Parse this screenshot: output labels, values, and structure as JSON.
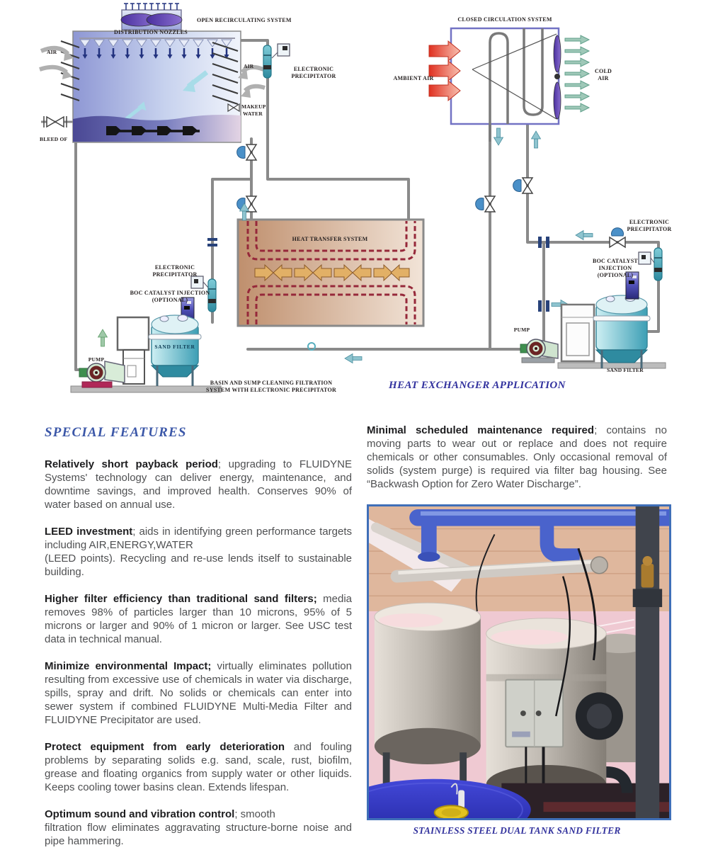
{
  "diagram": {
    "labels": {
      "open_system": "OPEN RECIRCULATING SYSTEM",
      "distribution_nozzles": "DISTRIBUTION NOZZLES",
      "air_left": "AIR",
      "air_right": "AIR",
      "electronic_precipitator_top": [
        "ELECTRONIC",
        "PRECIPITATOR"
      ],
      "makeup_water": [
        "MAKEUP",
        "WATER"
      ],
      "bleed_off": "BLEED OF",
      "closed_system": "CLOSED CIRCULATION SYSTEM",
      "ambient_air": "AMBIENT AIR",
      "cold_air": [
        "COLD",
        "AIR"
      ],
      "heat_transfer": "HEAT TRANSFER SYSTEM",
      "electronic_precipitator_left": [
        "ELECTRONIC",
        "PRECIPITATOR"
      ],
      "boc_left": [
        "BOC CATALYST INJECTION",
        "(OPTIONAL)"
      ],
      "sand_filter_left": "SAND FILTER",
      "pump_left": "PUMP",
      "basin_caption": [
        "BASIN AND SUMP CLEANING FILTRATION",
        "SYSTEM WITH ELECTRONIC PRECIPITATOR"
      ],
      "electronic_precipitator_right": [
        "ELECTRONIC",
        "PRECIPITATOR"
      ],
      "boc_right": [
        "BOC CATALYST",
        "INJECTION",
        "(OPTIONAL)"
      ],
      "pump_right": "PUMP",
      "sand_filter_right": "SAND FILTER",
      "heat_exchanger_caption": "HEAT EXCHANGER APPLICATION"
    }
  },
  "features": {
    "heading": "SPECIAL FEATURES",
    "paragraphs_left": [
      {
        "lead": "Relatively short payback period",
        "rest": "; upgrading to FLU­IDYNE Systems' technology can deliver energy, maintenance, and downtime savings, and improved health. Conserves 90% of water based on annual use."
      },
      {
        "lead": "LEED investment",
        "rest": "; aids in identifying green perfor­mance targets including AIR,ENERGY,WATER",
        "rest2": "(LEED points). Recycling and re-use lends itself to sustain­able building."
      },
      {
        "lead": "Higher filter efficiency than traditional sand filters;",
        "rest": " me­dia removes 98% of particles larger than 10 microns, 95% of 5 microns or larger and 90% of 1 micron or larger. See USC test data in technical manual."
      },
      {
        "lead": "Minimize environmental Impact;",
        "rest": " virtually eliminates pollu­tion resulting from excessive use of chemicals in water via discharge, spills, spray and drift. No solids or chemicals can enter into sewer system if combined FLUIDYNE Multi-Media Filter and FLUIDYNE Precipitator are used."
      },
      {
        "lead": "Protect equipment from early deterioration",
        "rest": " and fouling problems by separating solids e.g. sand, scale, rust, biofilm, grease and floating organics from supply water or other liquids. Keeps cooling tower basins clean. Extends lifespan."
      },
      {
        "lead": "Optimum sound and vibration control",
        "rest": "; smooth",
        "rest2": "filtration flow eliminates aggravating structure-borne noise and pipe hammering."
      }
    ],
    "paragraph_right": {
      "lead": "Minimal scheduled maintenance required",
      "rest": "; contains no moving parts to wear out or replace and does not require chemicals or other consumables. Only occasional removal of solids (system purge) is required via filter bag housing. See “Backwash Option for Zero Water Discharge”."
    },
    "photo_caption": "STAINLESS STEEL DUAL TANK SAND FILTER"
  },
  "colors": {
    "accent_blue": "#3b57a8",
    "caption_blue": "#34349e",
    "body_text": "#4f5052",
    "pipe_gray": "#8a8a8a",
    "tank_teal": "#3d9fb5",
    "dash_red": "#96283a",
    "ambient_red": "#e03020",
    "cold_green": "#9fc8b8"
  }
}
